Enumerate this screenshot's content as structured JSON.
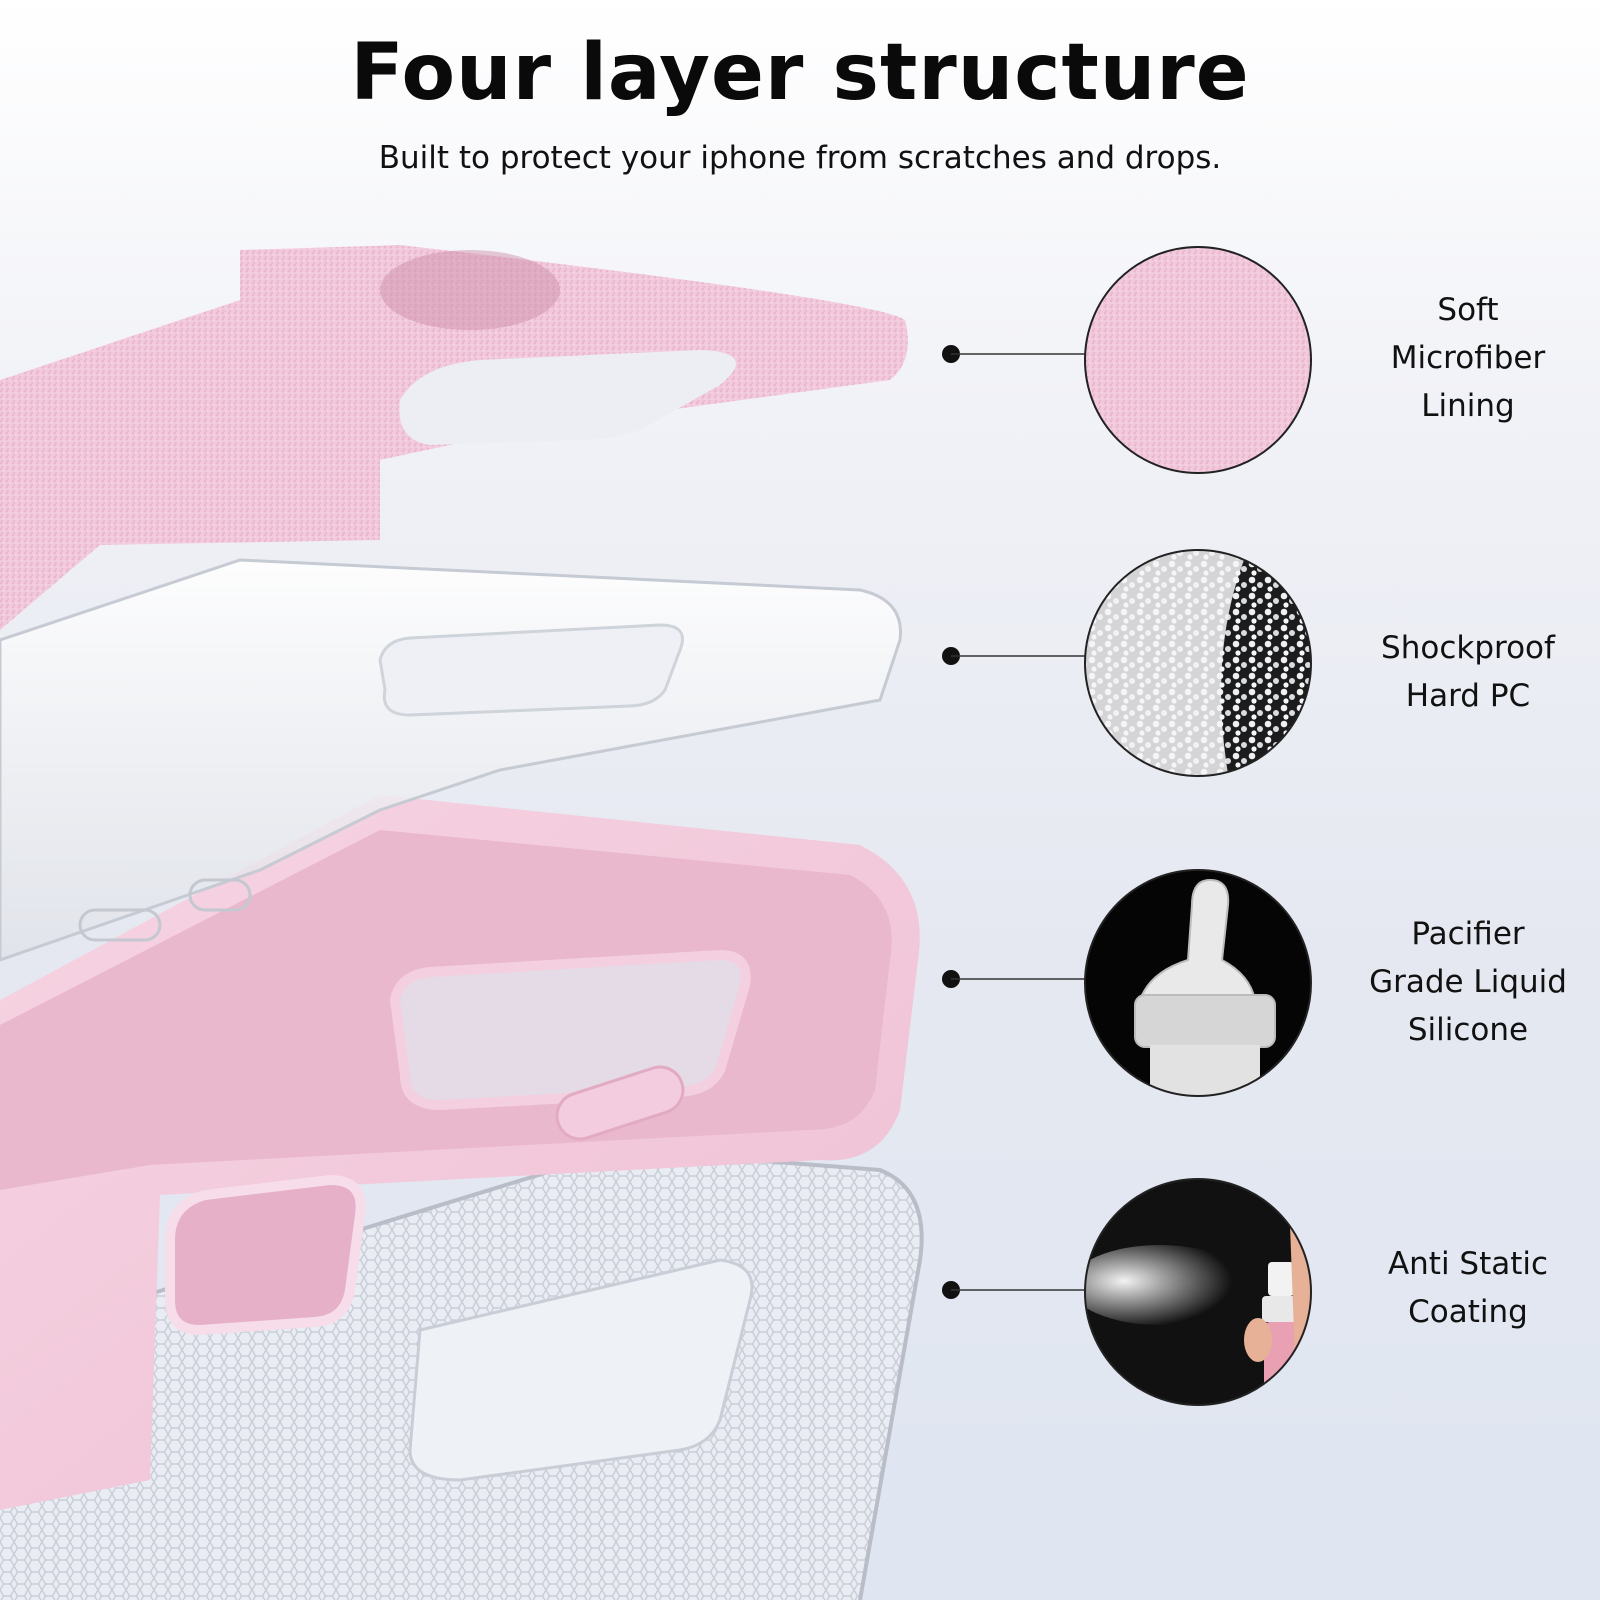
{
  "header": {
    "title": "Four layer structure",
    "subtitle": "Built to protect your iphone from scratches and drops."
  },
  "features": [
    {
      "lines": [
        "Soft",
        "Microfiber",
        "Lining"
      ],
      "icon": "microfiber-texture-icon"
    },
    {
      "lines": [
        "Shockproof",
        "Hard PC"
      ],
      "icon": "pc-pellets-icon"
    },
    {
      "lines": [
        "Pacifier",
        "Grade Liquid",
        "Silicone"
      ],
      "icon": "baby-bottle-nipple-icon"
    },
    {
      "lines": [
        "Anti Static",
        "Coating"
      ],
      "icon": "spray-bottle-icon"
    }
  ],
  "colors": {
    "pink": "#f2c6d9",
    "title": "#0a0a0a",
    "connector": "#111111"
  }
}
